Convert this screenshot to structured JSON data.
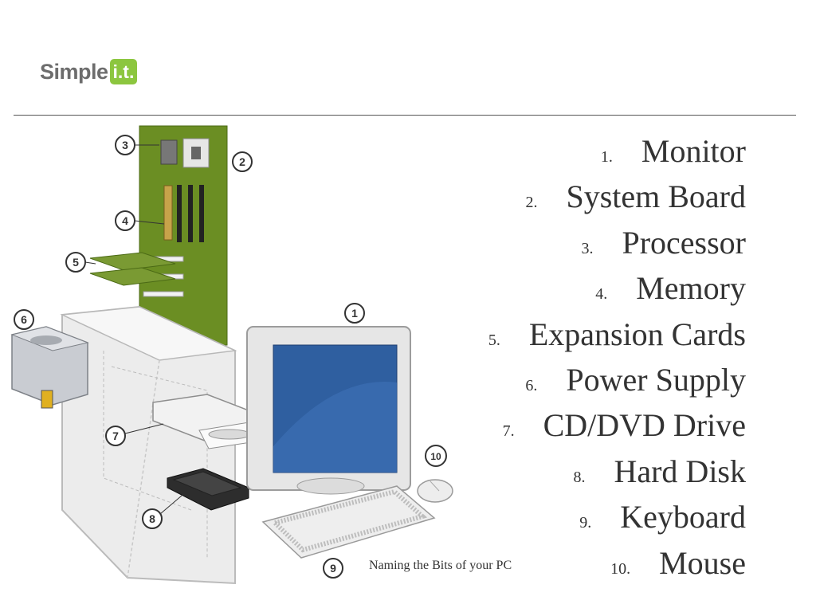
{
  "logo": {
    "word": "Simple",
    "badge": "i.t."
  },
  "caption": "Naming the Bits of your PC",
  "parts": [
    {
      "num": "1.",
      "label": "Monitor"
    },
    {
      "num": "2.",
      "label": "System Board"
    },
    {
      "num": "3.",
      "label": "Processor"
    },
    {
      "num": "4.",
      "label": "Memory"
    },
    {
      "num": "5.",
      "label": "Expansion Cards"
    },
    {
      "num": "6.",
      "label": "Power Supply"
    },
    {
      "num": "7.",
      "label": "CD/DVD Drive"
    },
    {
      "num": "8.",
      "label": "Hard Disk"
    },
    {
      "num": "9.",
      "label": "Keyboard"
    },
    {
      "num": "10.",
      "label": "Mouse"
    }
  ],
  "callouts": [
    "1",
    "2",
    "3",
    "4",
    "5",
    "6",
    "7",
    "8",
    "9",
    "10"
  ],
  "colors": {
    "board": "#6b8e23",
    "screen": "#2f5fa0",
    "logo_badge": "#8cc63f"
  }
}
